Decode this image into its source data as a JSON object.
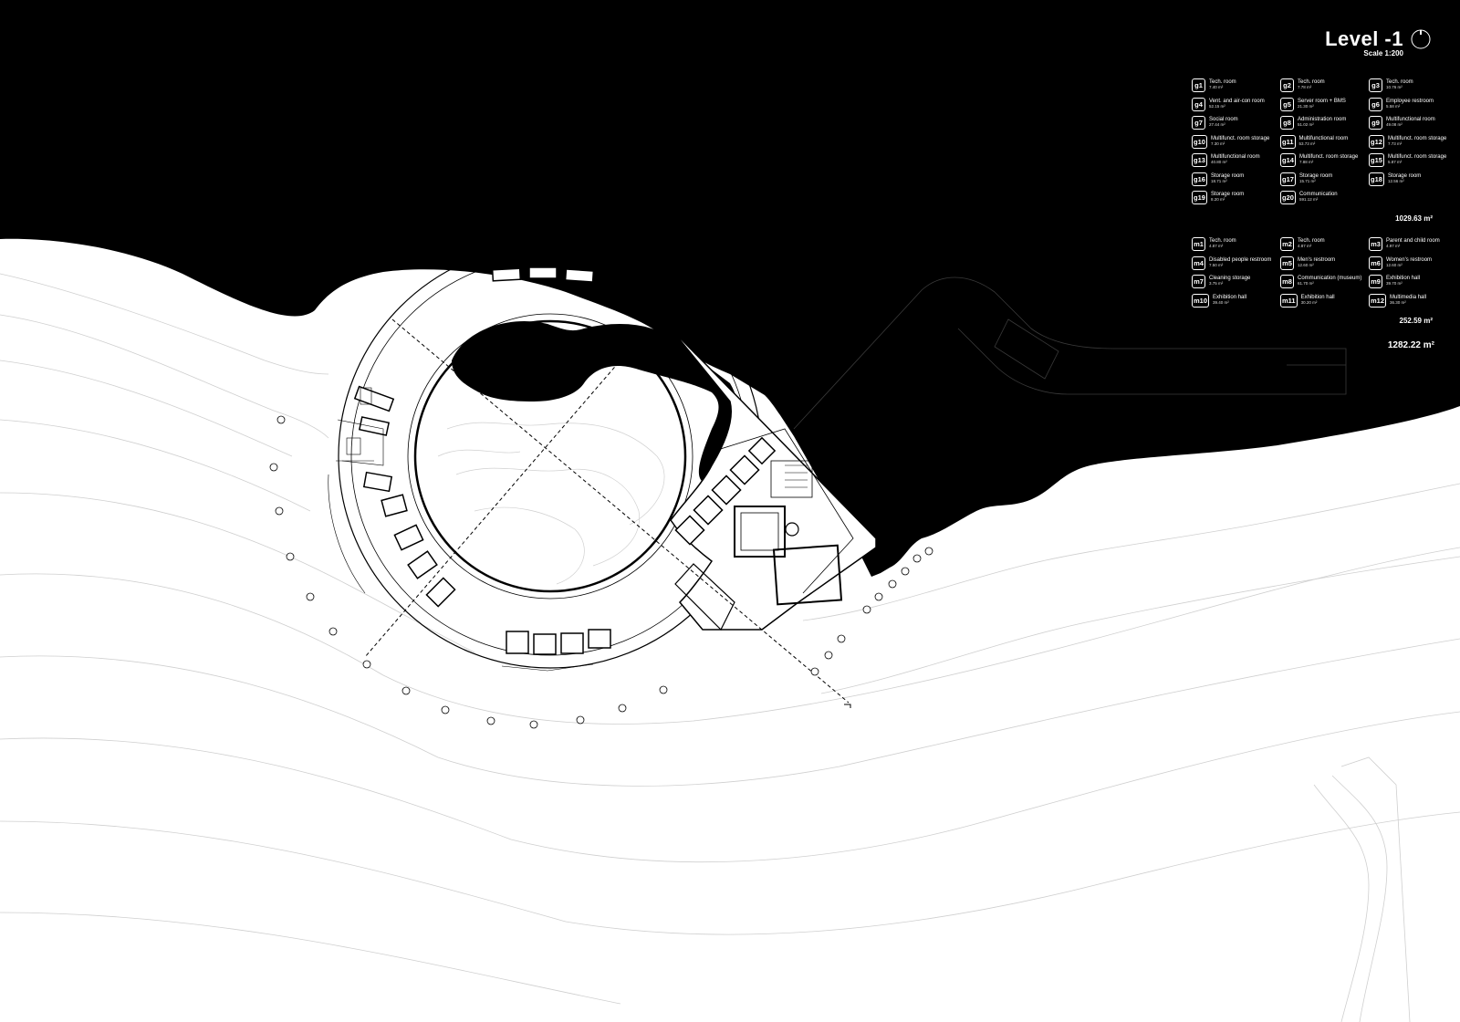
{
  "header": {
    "title": "Level -1",
    "scale": "Scale 1:200"
  },
  "legend_g": {
    "items": [
      {
        "code": "g1",
        "name": "Tech. room",
        "area": "7.40 m²"
      },
      {
        "code": "g2",
        "name": "Tech. room",
        "area": "7.78 m²"
      },
      {
        "code": "g3",
        "name": "Tech. room",
        "area": "10.76 m²"
      },
      {
        "code": "g4",
        "name": "Vent. and air-con room",
        "area": "52.15 m²"
      },
      {
        "code": "g5",
        "name": "Server room + BMS",
        "area": "21.30 m²"
      },
      {
        "code": "g6",
        "name": "Employee restroom",
        "area": "5.58 m²"
      },
      {
        "code": "g7",
        "name": "Social room",
        "area": "27.44 m²"
      },
      {
        "code": "g8",
        "name": "Administration room",
        "area": "51.02 m²"
      },
      {
        "code": "g9",
        "name": "Multifunctional room",
        "area": "49.08 m²"
      },
      {
        "code": "g10",
        "name": "Multifunct. room storage",
        "area": "7.30 m²"
      },
      {
        "code": "g11",
        "name": "Multifunctional room",
        "area": "53.73 m²"
      },
      {
        "code": "g12",
        "name": "Multifunct. room storage",
        "area": "7.73 m²"
      },
      {
        "code": "g13",
        "name": "Multifunctional room",
        "area": "40.80 m²"
      },
      {
        "code": "g14",
        "name": "Multifunct. room storage",
        "area": "7.88 m²"
      },
      {
        "code": "g15",
        "name": "Multifunct. room storage",
        "area": "5.87 m²"
      },
      {
        "code": "g16",
        "name": "Storage room",
        "area": "18.71 m²"
      },
      {
        "code": "g17",
        "name": "Storage room",
        "area": "15.71 m²"
      },
      {
        "code": "g18",
        "name": "Storage room",
        "area": "12.56 m²"
      },
      {
        "code": "g19",
        "name": "Storage room",
        "area": "8.20 m²"
      },
      {
        "code": "g20",
        "name": "Communication",
        "area": "591.12 m²"
      }
    ],
    "subtotal": "1029.63 m²"
  },
  "legend_m": {
    "items": [
      {
        "code": "m1",
        "name": "Tech. room",
        "area": "4.87 m²"
      },
      {
        "code": "m2",
        "name": "Tech. room",
        "area": "4.87 m²"
      },
      {
        "code": "m3",
        "name": "Parent and child room",
        "area": "4.97 m²"
      },
      {
        "code": "m4",
        "name": "Disabled people restroom",
        "area": "7.50 m²"
      },
      {
        "code": "m5",
        "name": "Men's restroom",
        "area": "12.60 m²"
      },
      {
        "code": "m6",
        "name": "Women's restroom",
        "area": "12.60 m²"
      },
      {
        "code": "m7",
        "name": "Cleaning storage",
        "area": "3.75 m²"
      },
      {
        "code": "m8",
        "name": "Communication (museum)",
        "area": "61.70 m²"
      },
      {
        "code": "m9",
        "name": "Exhibition hall",
        "area": "39.70 m²"
      },
      {
        "code": "m10",
        "name": "Exhibition hall",
        "area": "39.40 m²"
      },
      {
        "code": "m11",
        "name": "Exhibition hall",
        "area": "30.20 m²"
      },
      {
        "code": "m12",
        "name": "Multimedia hall",
        "area": "36.30 m²"
      }
    ],
    "subtotal": "252.59 m²"
  },
  "total": "1282.22 m²",
  "colors": {
    "water": "#000000",
    "ground": "#ffffff",
    "line": "#000000",
    "contour": "#cfcfcf"
  }
}
